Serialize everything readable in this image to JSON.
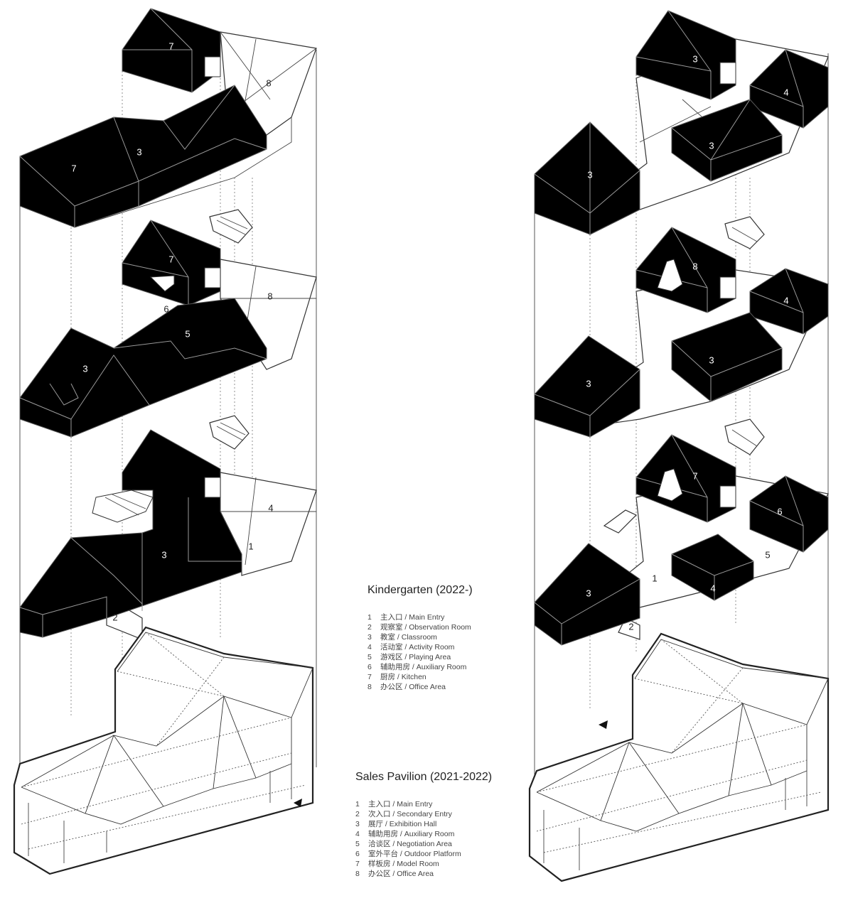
{
  "legends": {
    "kindergarten": {
      "title": "Kindergarten (2022-)",
      "items": [
        {
          "num": "1",
          "text": "主入口 / Main Entry"
        },
        {
          "num": "2",
          "text": "观察室 / Observation Room"
        },
        {
          "num": "3",
          "text": "教室 / Classroom"
        },
        {
          "num": "4",
          "text": "活动室 / Activity Room"
        },
        {
          "num": "5",
          "text": "游戏区 / Playing Area"
        },
        {
          "num": "6",
          "text": "辅助用房 / Auxiliary Room"
        },
        {
          "num": "7",
          "text": "厨房 / Kitchen"
        },
        {
          "num": "8",
          "text": "办公区 / Office Area"
        }
      ]
    },
    "sales_pavilion": {
      "title": "Sales Pavilion (2021-2022)",
      "items": [
        {
          "num": "1",
          "text": "主入口 / Main Entry"
        },
        {
          "num": "2",
          "text": "次入口 / Secondary Entry"
        },
        {
          "num": "3",
          "text": "展厅 / Exhibition Hall"
        },
        {
          "num": "4",
          "text": "辅助用房 / Auxiliary Room"
        },
        {
          "num": "5",
          "text": "洽谈区 / Negotiation Area"
        },
        {
          "num": "6",
          "text": "室外平台 / Outdoor Platform"
        },
        {
          "num": "7",
          "text": "样板房 / Model Room"
        },
        {
          "num": "8",
          "text": "办公区 / Office Area"
        }
      ]
    }
  },
  "left_axonometric": {
    "top_floor_labels": [
      "7",
      "8",
      "7",
      "3"
    ],
    "middle_floor_labels": [
      "7",
      "8",
      "6",
      "5",
      "3"
    ],
    "ground_floor_labels": [
      "4",
      "3",
      "1",
      "2"
    ]
  },
  "right_axonometric": {
    "top_floor_labels": [
      "3",
      "4",
      "3",
      "3"
    ],
    "middle_floor_labels": [
      "8",
      "4",
      "3",
      "3"
    ],
    "ground_floor_labels": [
      "7",
      "6",
      "3",
      "1",
      "4",
      "5",
      "2"
    ]
  },
  "colors": {
    "room_fill": "#000000",
    "line": "#333333",
    "background": "#ffffff"
  }
}
